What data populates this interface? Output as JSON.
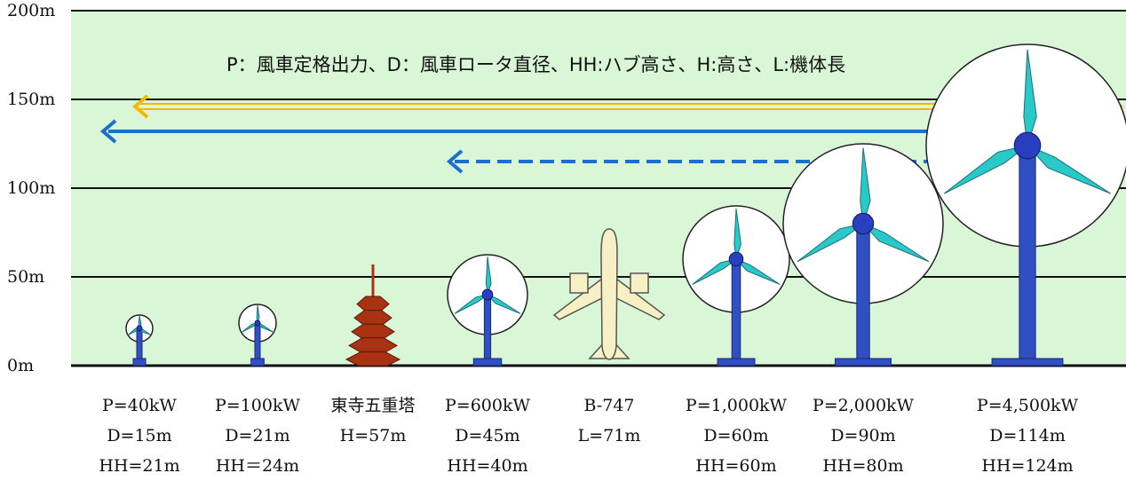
{
  "legend": "P：風車定格出力、D：風車ロータ直径、HH:ハブ高さ、H:高さ、L:機体長",
  "y_ticks": [
    "200m",
    "150m",
    "100m",
    "50m",
    "0m"
  ],
  "colors": {
    "background": "#d9f7d6",
    "blade": "#29c9c9",
    "tower": "#2f4fc2",
    "hub": "#2a3fbf",
    "yellow_arrow": "#f5b800",
    "blue_arrow": "#1a6fcf",
    "pagoda": "#a83212",
    "airplane": "#f6f0c4"
  },
  "items": [
    {
      "kind": "turbine",
      "lines": [
        "P=40kW",
        "D=15m",
        "HH=21m"
      ],
      "rotor_diameter_m": 15,
      "hub_height_m": 21
    },
    {
      "kind": "turbine",
      "lines": [
        "P=100kW",
        "D=21m",
        "HH＝24m"
      ],
      "rotor_diameter_m": 21,
      "hub_height_m": 24
    },
    {
      "kind": "pagoda",
      "lines": [
        "東寺五重塔",
        "H=57m"
      ],
      "height_m": 57
    },
    {
      "kind": "turbine",
      "lines": [
        "P=600kW",
        "D=45m",
        "HH=40m"
      ],
      "rotor_diameter_m": 45,
      "hub_height_m": 40
    },
    {
      "kind": "airplane",
      "lines": [
        "B-747",
        "L=71m"
      ],
      "length_m": 71
    },
    {
      "kind": "turbine",
      "lines": [
        "P=1,000kW",
        "D=60m",
        "HH=60m"
      ],
      "rotor_diameter_m": 60,
      "hub_height_m": 60
    },
    {
      "kind": "turbine",
      "lines": [
        "P=2,000kW",
        "D=90m",
        "HH=80m"
      ],
      "rotor_diameter_m": 90,
      "hub_height_m": 80
    },
    {
      "kind": "turbine",
      "lines": [
        "P=4,500kW",
        "D=114m",
        "HH=124m"
      ],
      "rotor_diameter_m": 114,
      "hub_height_m": 124
    }
  ]
}
